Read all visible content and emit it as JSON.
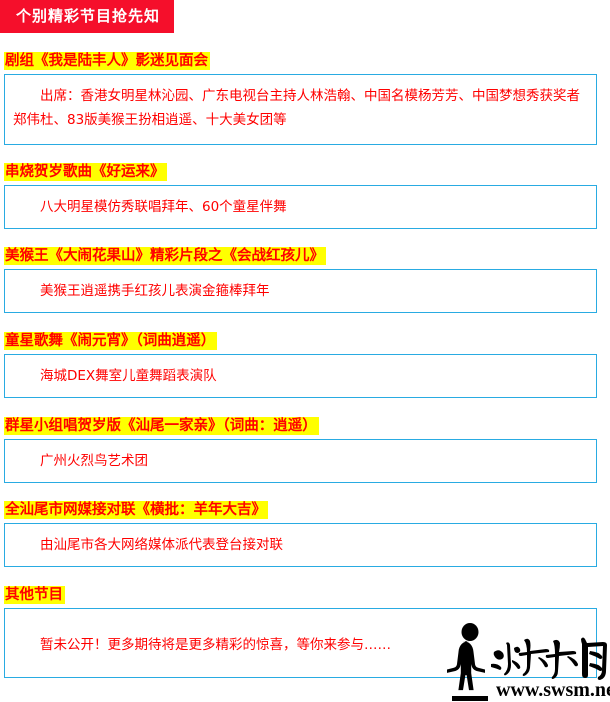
{
  "banner": {
    "title": "个别精彩节目抢先知"
  },
  "colors": {
    "banner_bg": "#f50f2b",
    "banner_text": "#ffffff",
    "highlight_bg": "#ffff00",
    "heading_text": "#ff0000",
    "body_text": "#ff0000",
    "box_border": "#29abe2",
    "page_bg": "#ffffff",
    "watermark": "#000000"
  },
  "sections": [
    {
      "title": "剧组《我是陆丰人》影迷见面会",
      "body": "出席：香港女明星林沁园、广东电视台主持人林浩翰、中国名模杨芳芳、中国梦想秀获奖者郑伟杜、83版美猴王扮相逍遥、十大美女团等"
    },
    {
      "title": "串烧贺岁歌曲《好运来》",
      "body": "八大明星模仿秀联唱拜年、60个童星伴舞"
    },
    {
      "title": "美猴王《大闹花果山》精彩片段之《会战红孩儿》",
      "body": "美猴王逍遥携手红孩儿表演金箍棒拜年"
    },
    {
      "title": "童星歌舞《闹元宵》（词曲逍遥）",
      "body": "海城DEX舞室儿童舞蹈表演队"
    },
    {
      "title": "群星小组唱贺岁版《汕尾一家亲》（词曲：逍遥）",
      "body": "广州火烈鸟艺术团"
    },
    {
      "title": "全汕尾市网媒接对联《横批：羊年大吉》",
      "body": "由汕尾市各大网络媒体派代表登台接对联"
    },
    {
      "title": "其他节目",
      "body": "暂未公开！更多期待将是更多精彩的惊喜，等你来参与……"
    }
  ],
  "watermark": {
    "site_name": "汕尾市民网",
    "url": "www.swsm.net"
  }
}
